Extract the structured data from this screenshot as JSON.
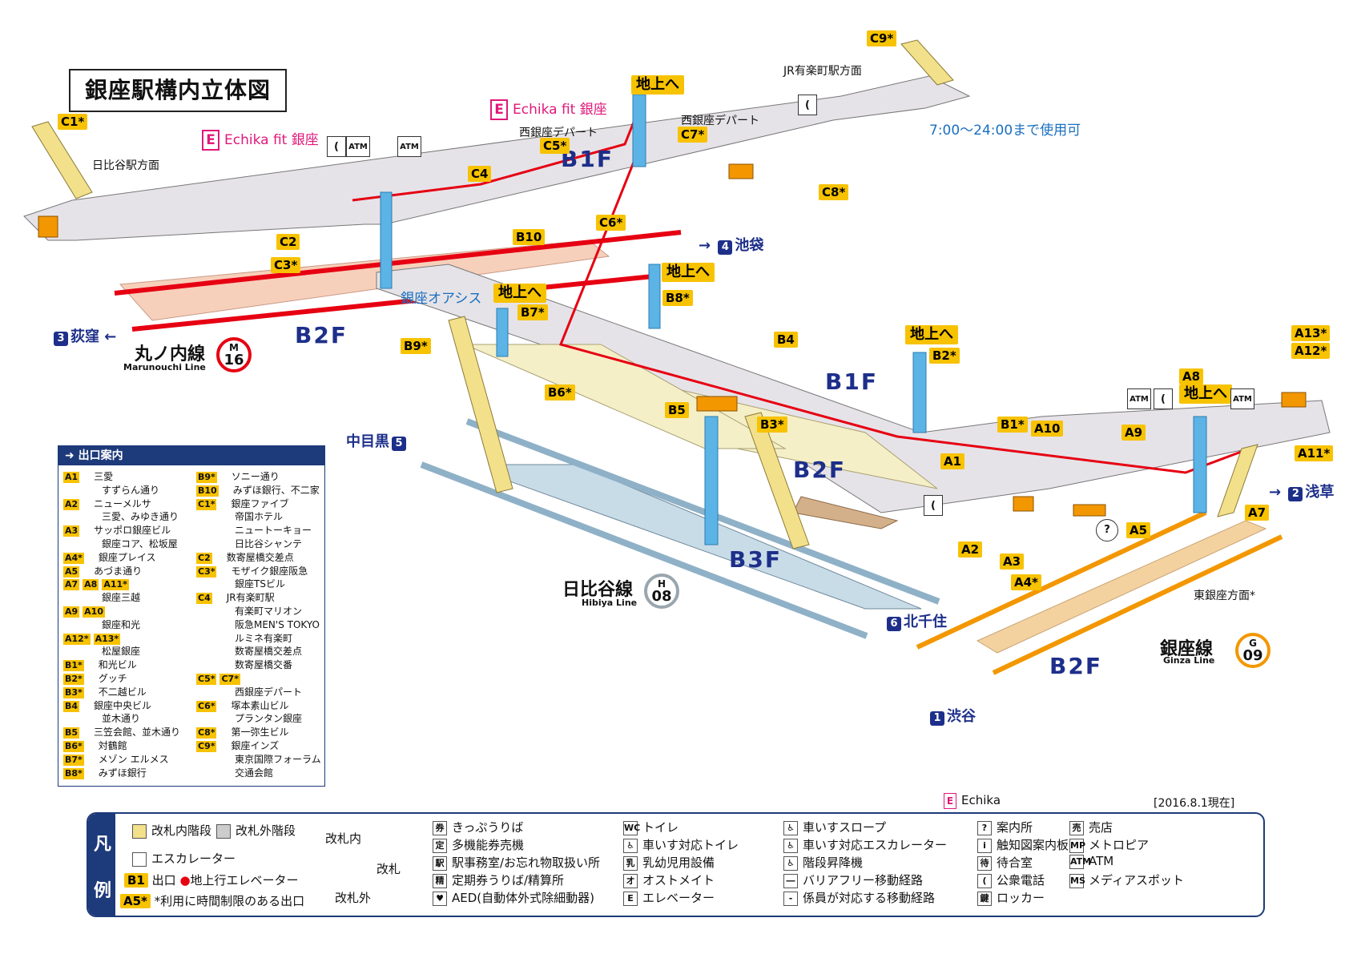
{
  "title": "銀座駅構内立体図",
  "floors": {
    "b1f_left": "B1F",
    "b1f_right": "B1F",
    "b2f_marunouchi": "B2F",
    "b2f_hibiya": "B2F",
    "b3f": "B3F",
    "b2f_ginza": "B2F"
  },
  "echika_labels": [
    "Echika fit 銀座",
    "Echika fit 銀座"
  ],
  "echika_mark": "E",
  "places": {
    "hibiya_dir": "日比谷駅方面",
    "nishi_dept1": "西銀座デパート",
    "nishi_dept2": "西銀座デパート",
    "jr_dir": "JR有楽町駅方面",
    "ginza_oasis": "銀座オアシス",
    "higashi_dir": "東銀座方面*",
    "time_note": "7:00〜24:00まで使用可"
  },
  "to_ground": [
    "地上へ",
    "地上へ",
    "地上へ",
    "地上へ",
    "地上へ"
  ],
  "exits_on_map": [
    "C1*",
    "C9*",
    "C5*",
    "C7*",
    "C4",
    "C2",
    "C3*",
    "C6*",
    "C8*",
    "B10",
    "B7*",
    "B8*",
    "B9*",
    "B4",
    "B2*",
    "B6*",
    "B5",
    "B3*",
    "B1*",
    "A10",
    "A9",
    "A8",
    "A13*",
    "A12*",
    "A11*",
    "A1",
    "A7",
    "A5",
    "A2",
    "A3",
    "A4*"
  ],
  "directions": [
    {
      "num": "4",
      "name": "池袋"
    },
    {
      "num": "3",
      "name": "荻窪"
    },
    {
      "num": "5",
      "name": "中目黒"
    },
    {
      "num": "2",
      "name": "浅草"
    },
    {
      "num": "6",
      "name": "北千住"
    },
    {
      "num": "1",
      "name": "渋谷"
    }
  ],
  "lines": {
    "marunouchi": {
      "name": "丸ノ内線",
      "en": "Marunouchi Line",
      "letter": "M",
      "code": "16",
      "color": "#e60012"
    },
    "hibiya": {
      "name": "日比谷線",
      "en": "Hibiya Line",
      "letter": "H",
      "code": "08",
      "color": "#9aa6ae"
    },
    "ginza": {
      "name": "銀座線",
      "en": "Ginza Line",
      "letter": "G",
      "code": "09",
      "color": "#f39700"
    }
  },
  "icons": {
    "atm": "ATM",
    "phone": "(",
    "info": "?"
  },
  "exit_panel": {
    "header": "出口案内",
    "left": [
      {
        "tags": [
          "A1"
        ],
        "text": "三愛"
      },
      {
        "tags": [],
        "text": "すずらん通り"
      },
      {
        "tags": [
          "A2"
        ],
        "text": "ニューメルサ"
      },
      {
        "tags": [],
        "text": "三愛、みゆき通り"
      },
      {
        "tags": [
          "A3"
        ],
        "text": "サッポロ銀座ビル"
      },
      {
        "tags": [],
        "text": "銀座コア、松坂屋"
      },
      {
        "tags": [
          "A4*"
        ],
        "text": "銀座プレイス"
      },
      {
        "tags": [
          "A5"
        ],
        "text": "あづま通り"
      },
      {
        "tags": [
          "A7",
          "A8",
          "A11*"
        ],
        "text": ""
      },
      {
        "tags": [],
        "text": "銀座三越"
      },
      {
        "tags": [
          "A9",
          "A10"
        ],
        "text": ""
      },
      {
        "tags": [],
        "text": "銀座和光"
      },
      {
        "tags": [
          "A12*",
          "A13*"
        ],
        "text": ""
      },
      {
        "tags": [],
        "text": "松屋銀座"
      },
      {
        "tags": [
          "B1*"
        ],
        "text": "和光ビル"
      },
      {
        "tags": [
          "B2*"
        ],
        "text": "グッチ"
      },
      {
        "tags": [
          "B3*"
        ],
        "text": "不二越ビル"
      },
      {
        "tags": [
          "B4"
        ],
        "text": "銀座中央ビル"
      },
      {
        "tags": [],
        "text": "並木通り"
      },
      {
        "tags": [
          "B5"
        ],
        "text": "三笠会館、並木通り"
      },
      {
        "tags": [
          "B6*"
        ],
        "text": "対鶴館"
      },
      {
        "tags": [
          "B7*"
        ],
        "text": "メゾン エルメス"
      },
      {
        "tags": [
          "B8*"
        ],
        "text": "みずほ銀行"
      }
    ],
    "right": [
      {
        "tags": [
          "B9*"
        ],
        "text": "ソニー通り"
      },
      {
        "tags": [
          "B10"
        ],
        "text": "みずほ銀行、不二家"
      },
      {
        "tags": [
          "C1*"
        ],
        "text": "銀座ファイブ"
      },
      {
        "tags": [],
        "text": "帝国ホテル"
      },
      {
        "tags": [],
        "text": "ニュートーキョー"
      },
      {
        "tags": [],
        "text": "日比谷シャンテ"
      },
      {
        "tags": [
          "C2"
        ],
        "text": "数寄屋橋交差点"
      },
      {
        "tags": [
          "C3*"
        ],
        "text": "モザイク銀座阪急"
      },
      {
        "tags": [],
        "text": "銀座TSビル"
      },
      {
        "tags": [
          "C4"
        ],
        "text": "JR有楽町駅"
      },
      {
        "tags": [],
        "text": "有楽町マリオン"
      },
      {
        "tags": [],
        "text": "阪急MEN'S TOKYO"
      },
      {
        "tags": [],
        "text": "ルミネ有楽町"
      },
      {
        "tags": [],
        "text": "数寄屋橋交差点"
      },
      {
        "tags": [],
        "text": "数寄屋橋交番"
      },
      {
        "tags": [
          "C5*",
          "C7*"
        ],
        "text": ""
      },
      {
        "tags": [],
        "text": "西銀座デパート"
      },
      {
        "tags": [
          "C6*"
        ],
        "text": "塚本素山ビル"
      },
      {
        "tags": [],
        "text": "プランタン銀座"
      },
      {
        "tags": [
          "C8*"
        ],
        "text": "第一弥生ビル"
      },
      {
        "tags": [
          "C9*"
        ],
        "text": "銀座インズ"
      },
      {
        "tags": [],
        "text": "東京国際フォーラム"
      },
      {
        "tags": [],
        "text": "交通会館"
      }
    ]
  },
  "echika_note": "Echika",
  "update": "[2016.8.1現在]",
  "legend": {
    "side_top": "凡",
    "side_bottom": "例",
    "inside_stairs": "改札内階段",
    "outside_stairs": "改札外階段",
    "escalator": "エスカレーター",
    "exit_tag": "B1",
    "exit": "出口",
    "ground_elevator": "地上行エレベーター",
    "time_tag": "A5*",
    "time_exit": "*利用に時間制限のある出口",
    "gate_inside": "改札内",
    "gate": "改札",
    "gate_outside": "改札外",
    "items": [
      {
        "icon": "券",
        "label": "きっぷうりば"
      },
      {
        "icon": "定",
        "label": "多機能券売機"
      },
      {
        "icon": "駅",
        "label": "駅事務室/お忘れ物取扱い所"
      },
      {
        "icon": "精",
        "label": "定期券うりば/精算所"
      },
      {
        "icon": "♥",
        "label": "AED(自動体外式除細動器)"
      },
      {
        "icon": "WC",
        "label": "トイレ"
      },
      {
        "icon": "♿",
        "label": "車いす対応トイレ"
      },
      {
        "icon": "乳",
        "label": "乳幼児用設備"
      },
      {
        "icon": "オ",
        "label": "オストメイト"
      },
      {
        "icon": "E",
        "label": "エレベーター"
      },
      {
        "icon": "♿",
        "label": "車いすスロープ"
      },
      {
        "icon": "♿",
        "label": "車いす対応エスカレーター"
      },
      {
        "icon": "♿",
        "label": "階段昇降機"
      },
      {
        "icon": "―",
        "label": "バリアフリー移動経路"
      },
      {
        "icon": "‐",
        "label": "係員が対応する移動経路"
      },
      {
        "icon": "?",
        "label": "案内所"
      },
      {
        "icon": "i",
        "label": "触知図案内板"
      },
      {
        "icon": "待",
        "label": "待合室"
      },
      {
        "icon": "(",
        "label": "公衆電話"
      },
      {
        "icon": "鍵",
        "label": "ロッカー"
      },
      {
        "icon": "売",
        "label": "売店"
      },
      {
        "icon": "MP",
        "label": "メトロピア"
      },
      {
        "icon": "ATM",
        "label": "ATM"
      },
      {
        "icon": "MS",
        "label": "メディアスポット"
      }
    ]
  }
}
